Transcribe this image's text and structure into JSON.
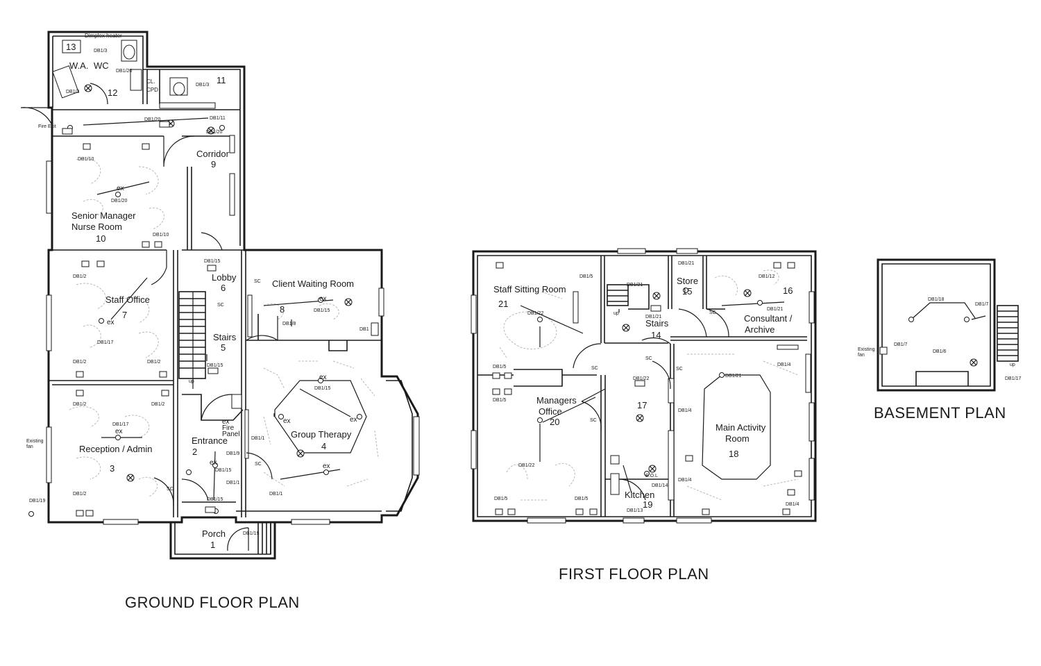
{
  "plan_titles": {
    "ground": "GROUND FLOOR PLAN",
    "first": "FIRST FLOOR PLAN",
    "basement": "BASEMENT PLAN"
  },
  "ground_floor": {
    "labels": {
      "dimplex_heater": "Dimplex heater",
      "room_13": "13",
      "wa": "W.A.",
      "wc": "WC",
      "room_12": "12",
      "cl": "CL.",
      "cpd": "CPD",
      "room_11": "11",
      "fire_exit": "Fire Exit",
      "corridor": "Corridor",
      "room_9": "9",
      "senior_manager": "Senior Manager",
      "nurse_room": "Nurse Room",
      "room_10": "10",
      "lobby": "Lobby",
      "room_6": "6",
      "client_waiting_room": "Client Waiting Room",
      "room_8": "8",
      "staff_office": "Staff Office",
      "room_7": "7",
      "stairs": "Stairs",
      "room_5": "5",
      "group_therapy": "Group Therapy",
      "room_4": "4",
      "entrance": "Entrance",
      "room_2": "2",
      "reception_admin": "Reception / Admin",
      "room_3": "3",
      "porch": "Porch",
      "room_1": "1",
      "fire_panel_ex": "ex",
      "fire_panel_1": "Fire",
      "fire_panel_2": "Panel",
      "existing_fan_1": "Existing",
      "existing_fan_2": "fan",
      "up": "up",
      "sc": "SC"
    },
    "circuits": {
      "db1_3a": "DB1/3",
      "db1_20a": "DB1/20",
      "db1_3b": "DB1/3",
      "db1_3c": "DB1/3",
      "db1_11": "DB1/11",
      "db1_20b": "DB1/20",
      "db1_20c": "DB1/20",
      "db1_10a": "DB1/10",
      "db1_20d": "DB1/20",
      "db1_10b": "DB1/10",
      "db1_15a": "DB1/15",
      "db1_2a": "DB1/2",
      "db1_17a": "DB1/17",
      "db1_15b": "DB1/15",
      "db1_8": "DB1/8",
      "db1": "DB1",
      "db1_2b": "DB1/2",
      "db1_2c": "DB1/2",
      "db1_15c": "DB1/15",
      "db1_2d": "DB1/2",
      "db1_2e": "DB1/2",
      "db1_15d": "DB1/15",
      "db1_17b": "DB1/17",
      "db1_1a": "DB1/1",
      "db1_9": "DB1/9",
      "db1_15e": "DB1/15",
      "db1_1b": "DB1/1",
      "db1_15f": "DB1/15",
      "db1_1c": "DB1/1",
      "db1_2f": "DB1/2",
      "db1_19a": "DB1/19",
      "db1_19b": "DB1/19"
    }
  },
  "first_floor": {
    "labels": {
      "staff_sitting_room": "Staff Sitting Room",
      "room_21": "21",
      "store": "Store",
      "room_15": "15",
      "room_16": "16",
      "consultant": "Consultant /",
      "archive": "Archive",
      "stairs": "Stairs",
      "room_14": "14",
      "managers": "Managers",
      "office": "Office",
      "room_20": "20",
      "room_17": "17",
      "main_activity": "Main Activity",
      "room": "Room",
      "room_18": "18",
      "kitchen": "Kitchen",
      "room_19": "19",
      "eol": "E.O.L",
      "up": "up",
      "sc": "SC"
    },
    "circuits": {
      "db1_5a": "DB1/5",
      "db1_21a": "DB1/21",
      "db1_21b": "DB1/21",
      "db1_12": "DB1/12",
      "db1_21c": "DB1/21",
      "db1_22a": "DB1/22",
      "db1_21d": "DB1/21",
      "db1_5b": "DB1/5",
      "db1_5c": "DB1/5",
      "db1_21e": "DB1/21",
      "db1_4a": "DB1/4",
      "db1_4b": "DB1/4",
      "db1_22b": "DB1/22",
      "db1_22c": "DB1/22",
      "db1_14": "DB1/14",
      "db1_4c": "DB1/4",
      "db1_5d": "DB1/5",
      "db1_5e": "DB1/5",
      "db1_13": "DB1/13",
      "db1_4d": "DB1/4"
    }
  },
  "basement": {
    "labels": {
      "existing_fan_1": "Existing",
      "existing_fan_2": "fan",
      "up": "up"
    },
    "circuits": {
      "db1_18": "DB1/18",
      "db1_7a": "DB1/7",
      "db1_6": "DB1/6",
      "db1_7b": "DB1/7",
      "db1_17": "DB1/17"
    }
  }
}
